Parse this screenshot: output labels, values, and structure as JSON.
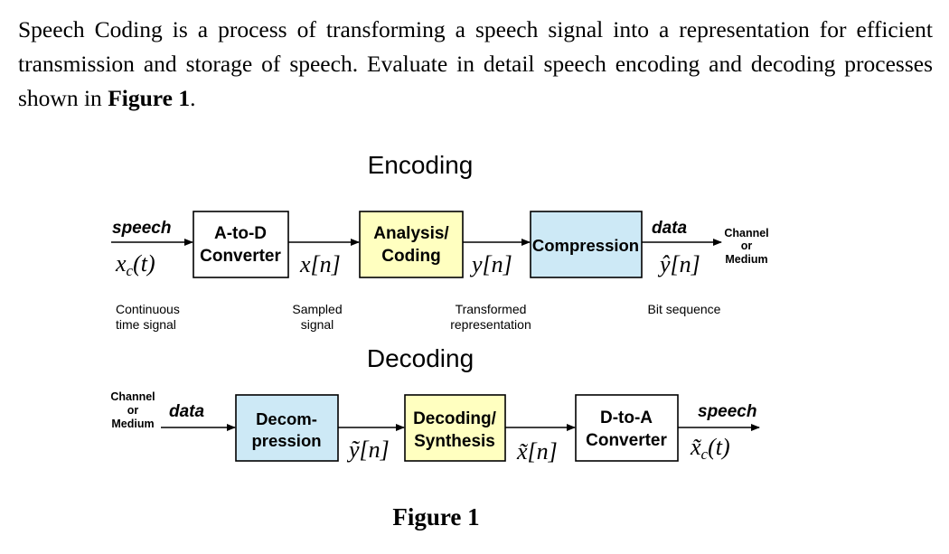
{
  "question": {
    "text_before": "Speech Coding is a process of transforming a speech signal into a representation for efficient transmission and storage of speech. Evaluate in detail speech encoding and decoding processes shown in ",
    "figure_ref": "Figure 1",
    "text_after": "."
  },
  "diagram": {
    "encoding_title": "Encoding",
    "decoding_title": "Decoding",
    "caption": "Figure 1",
    "colors": {
      "yellow_box": "#ffffc0",
      "blue_box": "#cde9f6",
      "stroke": "#000000"
    },
    "encoder": {
      "input_label": "speech",
      "input_signal": "x",
      "input_signal_sub": "c",
      "input_signal_arg": "(t)",
      "block1_line1": "A-to-D",
      "block1_line2": "Converter",
      "signal1": "x[n]",
      "block2_line1": "Analysis/",
      "block2_line2": "Coding",
      "signal2": "y[n]",
      "block3": "Compression",
      "output_label": "data",
      "signal3": "ŷ[n]",
      "channel_line1": "Channel",
      "channel_line2": "or",
      "channel_line3": "Medium",
      "desc1_line1": "Continuous",
      "desc1_line2": "time signal",
      "desc2_line1": "Sampled",
      "desc2_line2": "signal",
      "desc3_line1": "Transformed",
      "desc3_line2": "representation",
      "desc4": "Bit sequence"
    },
    "decoder": {
      "channel_line1": "Channel",
      "channel_line2": "or",
      "channel_line3": "Medium",
      "input_label": "data",
      "block1_line1": "Decom-",
      "block1_line2": "pression",
      "signal1": "ỹ[n]",
      "block2_line1": "Decoding/",
      "block2_line2": "Synthesis",
      "signal2": "x̃[n]",
      "block3_line1": "D-to-A",
      "block3_line2": "Converter",
      "output_label": "speech",
      "output_signal": "x̃",
      "output_signal_sub": "c",
      "output_signal_arg": "(t)"
    }
  }
}
